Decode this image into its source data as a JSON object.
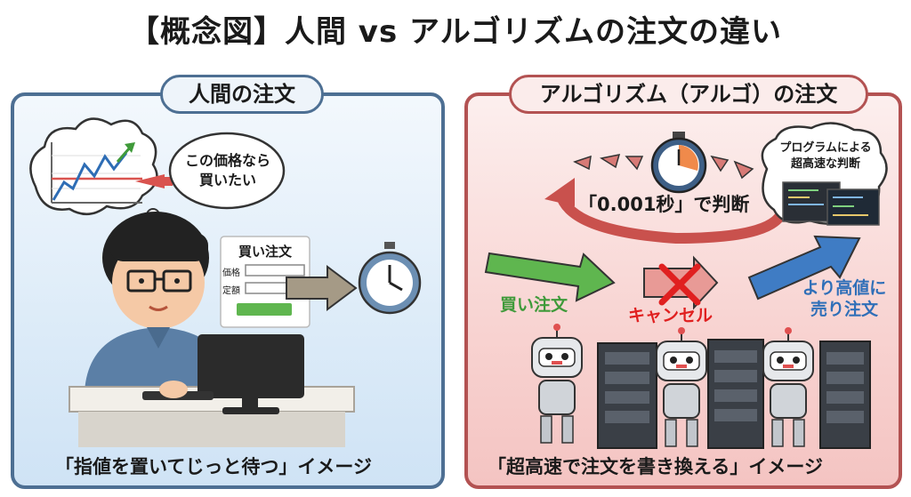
{
  "title": "【概念図】人間 vs アルゴリズムの注文の違い",
  "left_panel": {
    "heading": "人間の注文",
    "thought": [
      "この価格なら",
      "買いたい"
    ],
    "order_form": {
      "title": "買い注文",
      "price_label": "価格",
      "amount_label": "定額"
    },
    "caption": "「指値を置いてじっと待つ」イメージ"
  },
  "right_panel": {
    "heading": "アルゴリズム（アルゴ）の注文",
    "cycle_label": "「0.001秒」で判断",
    "program_bubble": [
      "プログラムによる",
      "超高速な判断"
    ],
    "buy_label": "買い注文",
    "cancel_label": "キャンセル",
    "resell_label": [
      "より高値に",
      "売り注文"
    ],
    "caption": "「超高速で注文を書き換える」イメージ"
  },
  "colors": {
    "blue_border": "#4d6f93",
    "red_border": "#b35252",
    "green": "#3f9a3a",
    "cancel_red": "#e02020",
    "blue_arrow": "#2f6fb8"
  }
}
